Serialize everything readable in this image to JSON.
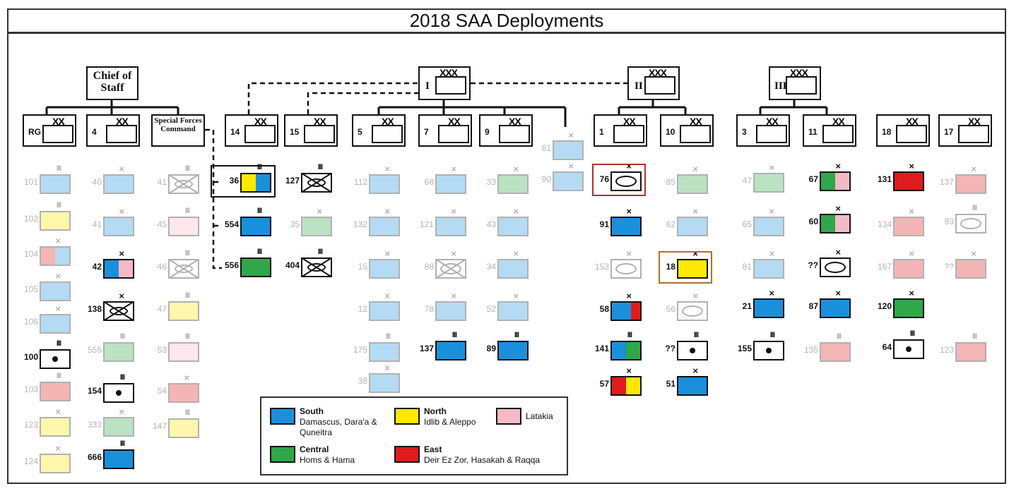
{
  "title": "2018 SAA Deployments",
  "colors": {
    "south": "#1a90dc",
    "north": "#ffe800",
    "central": "#2ea848",
    "east": "#e01b1b",
    "latakia": "#f6b9c6"
  },
  "hq": {
    "chief_of_staff": "Chief of Staff",
    "special_forces": "Special Forces Command",
    "corps": [
      "I",
      "II",
      "III"
    ],
    "divisions": {
      "rg": "RG",
      "d4": "4",
      "d14": "14",
      "d15": "15",
      "d5": "5",
      "d7": "7",
      "d9": "9",
      "d1": "1",
      "d10": "10",
      "d3": "3",
      "d11": "11",
      "d18": "18",
      "d17": "17"
    }
  },
  "units": {
    "u101": "101",
    "u102": "102",
    "u104": "104",
    "u105": "105",
    "u106": "106",
    "u100": "100",
    "u103": "103",
    "u123": "123",
    "u124": "124",
    "u40": "40",
    "u41a": "41",
    "u42": "42",
    "u138": "138",
    "u555": "555",
    "u154": "154",
    "u333": "333",
    "u666": "666",
    "u41b": "41",
    "u45": "45",
    "u46": "46",
    "u47a": "47",
    "u53": "53",
    "u54": "54",
    "u147": "147",
    "u36": "36",
    "u554": "554",
    "u556": "556",
    "u127": "127",
    "u35": "35",
    "u404": "404",
    "u112": "112",
    "u132": "132",
    "u15": "15",
    "u12": "12",
    "u175": "175",
    "u38": "38",
    "u68": "68",
    "u121": "121",
    "u88": "88",
    "u78": "78",
    "u137a": "137",
    "u33": "33",
    "u43": "43",
    "u34": "34",
    "u52": "52",
    "u89": "89",
    "u61": "61",
    "u90": "90",
    "u76": "76",
    "u91": "91",
    "u153": "153",
    "u58": "58",
    "u141": "141",
    "u57": "57",
    "u85": "85",
    "u62": "62",
    "u18": "18",
    "u56": "56",
    "uqq1": "??",
    "u51": "51",
    "u47b": "47",
    "u65": "65",
    "u81": "81",
    "u21": "21",
    "u155": "155",
    "u67": "67",
    "u60": "60",
    "uqq2": "??",
    "u87": "87",
    "u135": "135",
    "u131": "131",
    "u134": "134",
    "u167": "167",
    "u120": "120",
    "u64": "64",
    "u137b": "137",
    "u93": "93",
    "uqq3": "??",
    "u123b": "123"
  },
  "legend": {
    "south_title": "South",
    "south_text": "Damascus, Dara'a & Quneitra",
    "north_title": "North",
    "north_text": "Idlib & Aleppo",
    "latakia": "Latakia",
    "central_title": "Central",
    "central_text": "Homs & Hama",
    "east_title": "East",
    "east_text": "Deir Ez Zor, Hasakah & Raqqa"
  }
}
